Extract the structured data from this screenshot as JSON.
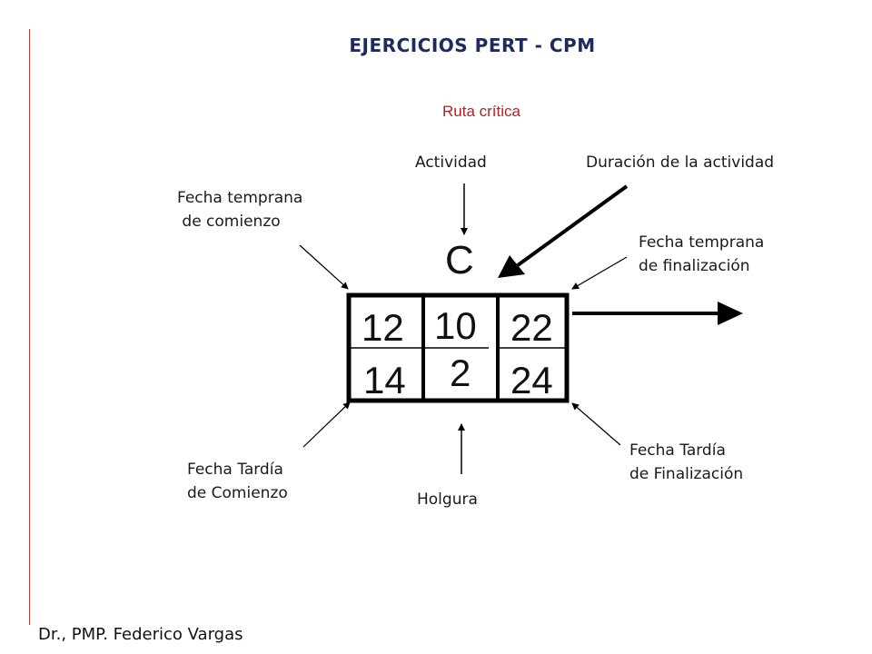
{
  "header": {
    "title": "EJERCICIOS PERT - CPM",
    "subtitle": "Ruta crítica"
  },
  "labels": {
    "actividad": "Actividad",
    "duracion": "Duración de la actividad",
    "fecha_temprana_comienzo": "Fecha temprana\n de comienzo",
    "fecha_temprana_finalizacion": "Fecha temprana\nde finalización",
    "fecha_tardia_comienzo": "Fecha Tardía\nde Comienzo",
    "fecha_tardia_finalizacion": "Fecha Tardía\nde Finalización",
    "holgura": "Holgura"
  },
  "node": {
    "activity": "C",
    "early_start": "12",
    "duration": "10",
    "early_finish": "22",
    "late_start": "14",
    "slack": "2",
    "late_finish": "24"
  },
  "footer": {
    "author": "Dr., PMP. Federico Vargas"
  },
  "colors": {
    "title": "#1f2a5c",
    "subtitle": "#b22222",
    "rule": "#c0392b",
    "lines": "#000000"
  }
}
